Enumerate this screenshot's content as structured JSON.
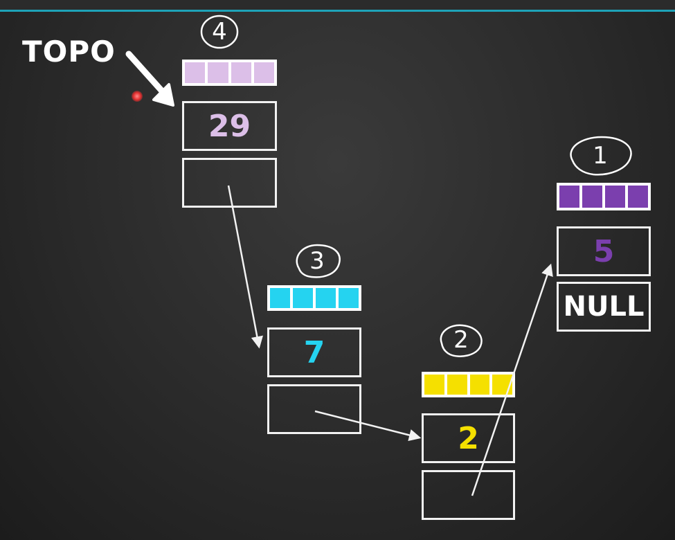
{
  "top_label": "TOPO",
  "colors": {
    "node4": "#dcbfe8",
    "node3": "#25d3f0",
    "node2": "#f5e000",
    "node1": "#7b3fae",
    "border": "#f2f2f2"
  },
  "nodes": [
    {
      "badge": "4",
      "value": "29",
      "next": ""
    },
    {
      "badge": "3",
      "value": "7",
      "next": ""
    },
    {
      "badge": "2",
      "value": "2",
      "next": ""
    },
    {
      "badge": "1",
      "value": "5",
      "next": "NULL"
    }
  ]
}
